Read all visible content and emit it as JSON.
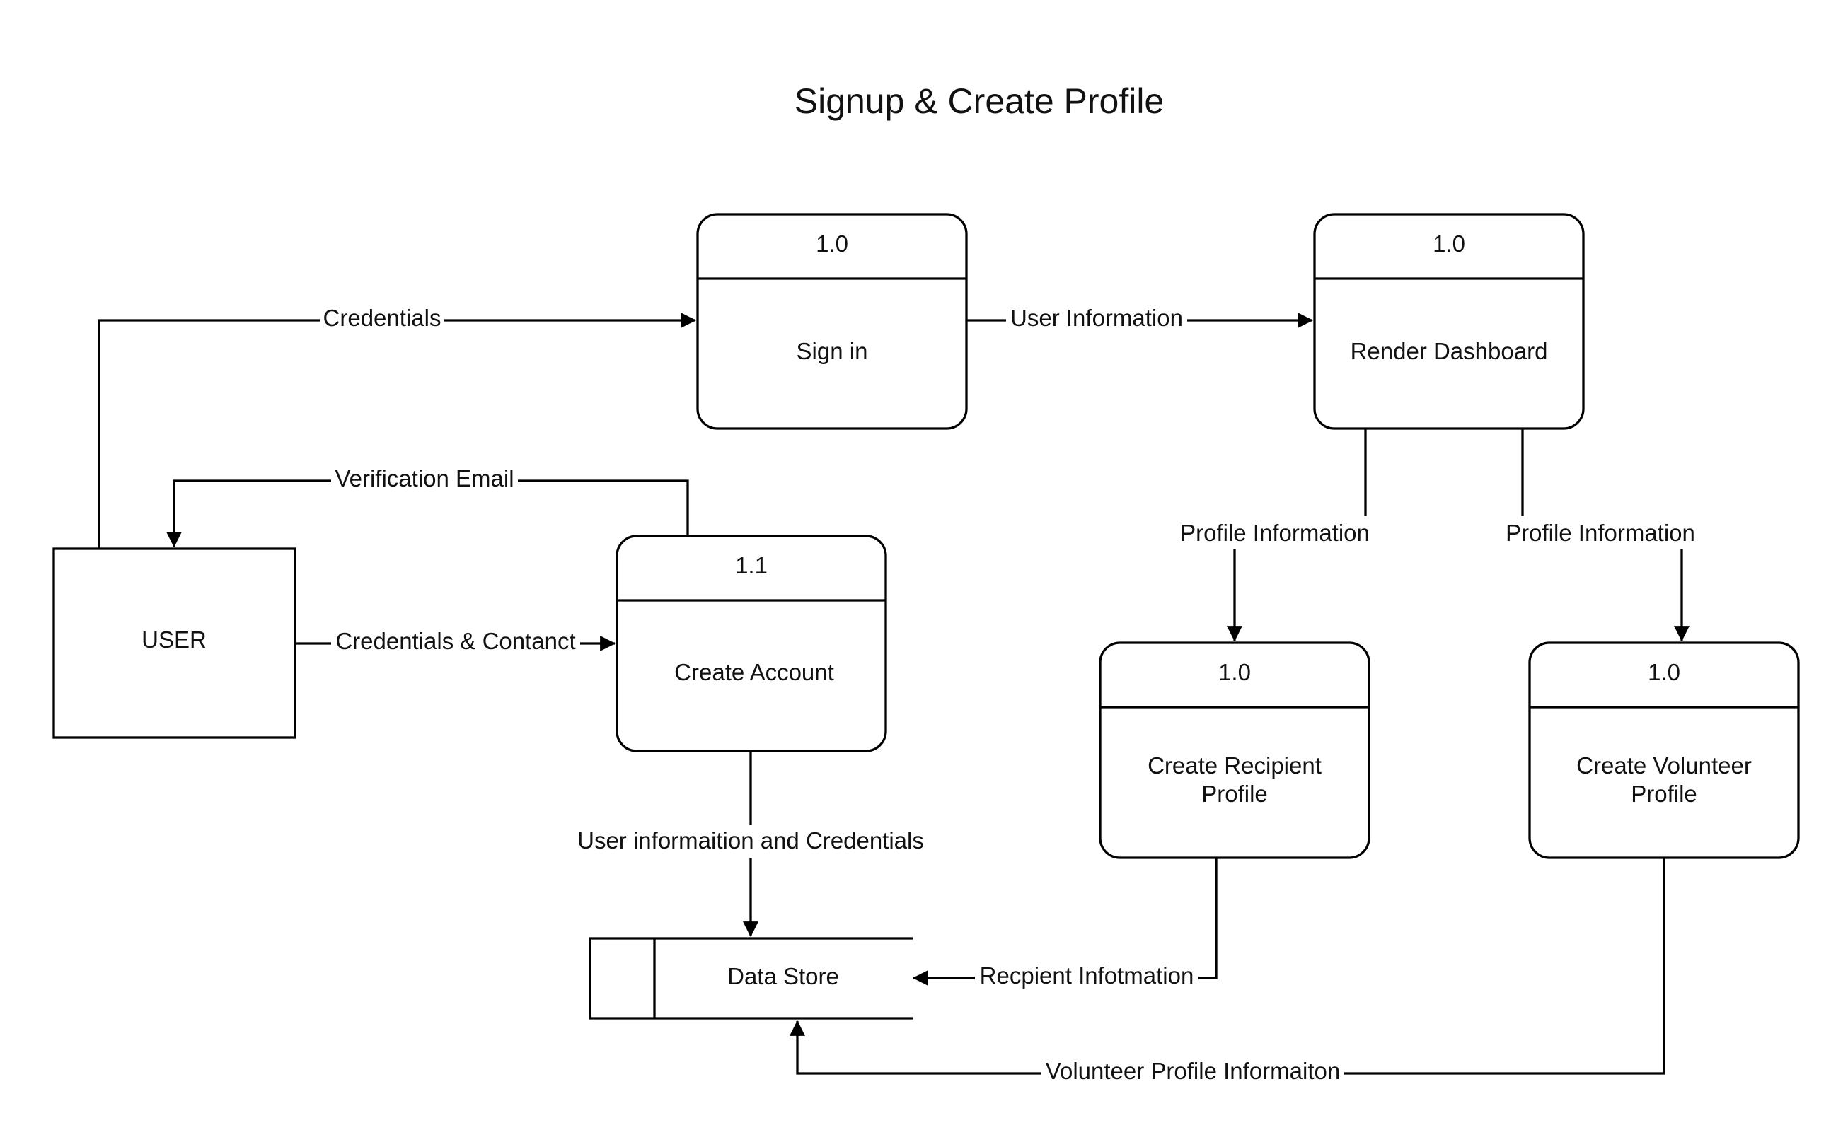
{
  "title": "Signup & Create Profile",
  "processes": {
    "sign_in": {
      "number": "1.0",
      "name": "Sign in"
    },
    "render_dashboard": {
      "number": "1.0",
      "name": "Render Dashboard"
    },
    "create_account": {
      "number": "1.1",
      "name": "Create Account"
    },
    "create_recipient_profile": {
      "number": "1.0",
      "name_line1": "Create Recipient",
      "name_line2": "Profile"
    },
    "create_volunteer_profile": {
      "number": "1.0",
      "name_line1": "Create Volunteer",
      "name_line2": "Profile"
    }
  },
  "external_entity": {
    "name": "USER"
  },
  "data_store": {
    "name": "Data Store"
  },
  "flows": {
    "credentials": "Credentials",
    "user_information": "User Information",
    "verification_email": "Verification Email",
    "credentials_contact": "Credentials & Contanct",
    "profile_information_recipient": "Profile Information",
    "profile_information_volunteer": "Profile Information",
    "user_info_credentials": "User informaition and Credentials",
    "recipient_information": "Recpient Infotmation",
    "volunteer_profile_information": "Volunteer Profile Informaiton"
  }
}
